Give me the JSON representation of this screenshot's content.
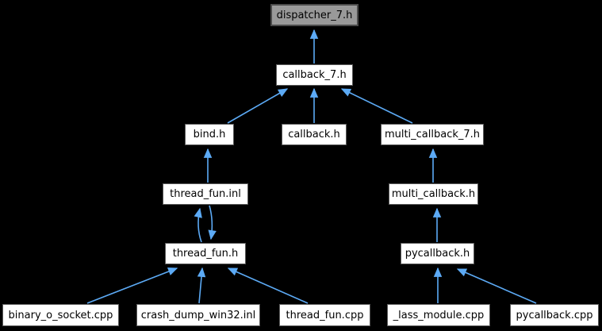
{
  "diagram": {
    "type": "include-dependency-graph",
    "root": "dispatcher_7.h"
  },
  "colors": {
    "background": "#000000",
    "arrow": "#5caaf5",
    "node_fill": "#ffffff",
    "node_border": "#5b5b5b",
    "node_text": "#000000",
    "root_fill": "#999999",
    "root_border": "#4a4a4a"
  },
  "nodes": [
    {
      "id": "dispatcher_7.h",
      "label": "dispatcher_7.h",
      "highlighted": true
    },
    {
      "id": "callback_7.h",
      "label": "callback_7.h",
      "highlighted": false
    },
    {
      "id": "bind.h",
      "label": "bind.h",
      "highlighted": false
    },
    {
      "id": "callback.h",
      "label": "callback.h",
      "highlighted": false
    },
    {
      "id": "multi_callback_7.h",
      "label": "multi_callback_7.h",
      "highlighted": false
    },
    {
      "id": "thread_fun.inl",
      "label": "thread_fun.inl",
      "highlighted": false
    },
    {
      "id": "multi_callback.h",
      "label": "multi_callback.h",
      "highlighted": false
    },
    {
      "id": "thread_fun.h",
      "label": "thread_fun.h",
      "highlighted": false
    },
    {
      "id": "pycallback.h",
      "label": "pycallback.h",
      "highlighted": false
    },
    {
      "id": "binary_o_socket.cpp",
      "label": "binary_o_socket.cpp",
      "highlighted": false
    },
    {
      "id": "crash_dump_win32.inl",
      "label": "crash_dump_win32.inl",
      "highlighted": false
    },
    {
      "id": "thread_fun.cpp",
      "label": "thread_fun.cpp",
      "highlighted": false
    },
    {
      "id": "_lass_module.cpp",
      "label": "_lass_module.cpp",
      "highlighted": false
    },
    {
      "id": "pycallback.cpp",
      "label": "pycallback.cpp",
      "highlighted": false
    }
  ],
  "edges": [
    {
      "from": "callback_7.h",
      "to": "dispatcher_7.h"
    },
    {
      "from": "bind.h",
      "to": "callback_7.h"
    },
    {
      "from": "callback.h",
      "to": "callback_7.h"
    },
    {
      "from": "multi_callback_7.h",
      "to": "callback_7.h"
    },
    {
      "from": "thread_fun.inl",
      "to": "bind.h"
    },
    {
      "from": "multi_callback.h",
      "to": "multi_callback_7.h"
    },
    {
      "from": "thread_fun.h",
      "to": "thread_fun.inl"
    },
    {
      "from": "thread_fun.inl",
      "to": "thread_fun.h"
    },
    {
      "from": "pycallback.h",
      "to": "multi_callback.h"
    },
    {
      "from": "binary_o_socket.cpp",
      "to": "thread_fun.h"
    },
    {
      "from": "crash_dump_win32.inl",
      "to": "thread_fun.h"
    },
    {
      "from": "thread_fun.cpp",
      "to": "thread_fun.h"
    },
    {
      "from": "_lass_module.cpp",
      "to": "pycallback.h"
    },
    {
      "from": "pycallback.cpp",
      "to": "pycallback.h"
    }
  ]
}
